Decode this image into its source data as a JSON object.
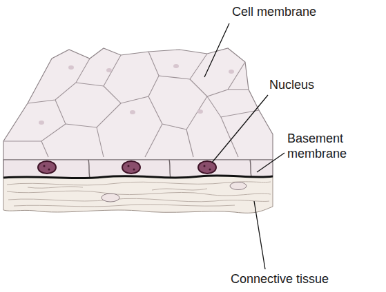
{
  "diagram": {
    "labels": [
      "Cell membrane",
      "Nucleus",
      "Basement membrane",
      "Connective tissue"
    ]
  }
}
